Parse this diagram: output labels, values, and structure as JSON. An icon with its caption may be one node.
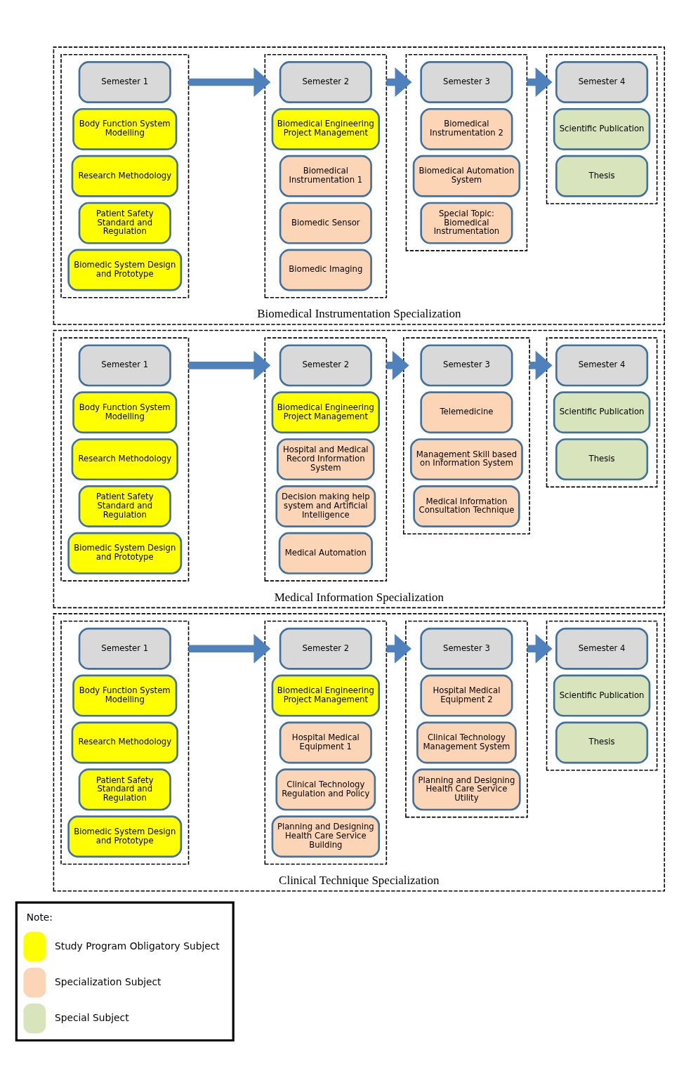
{
  "diagram": {
    "nodes": [
      {
        "text": [
          "Biomedical Instrumentation Specialization"
        ]
      },
      {
        "text": [],
        "shape": "box",
        "in": 0
      },
      {
        "text": [
          "Semester 1"
        ],
        "in": 1
      },
      {
        "text": [
          "Body Function System Modelling"
        ],
        "in": 1
      },
      {
        "text": [
          "Research Methodology"
        ],
        "in": 1
      },
      {
        "text": [
          "Patient Safety Standard and Regulation"
        ],
        "in": 1
      },
      {
        "text": [
          "Biomedic System Design and Prototype"
        ],
        "in": 1
      },
      {
        "text": [],
        "shape": "box",
        "in": 0
      },
      {
        "text": [
          "Semester 2"
        ],
        "in": 7
      },
      {
        "text": [
          "Biomedical Engineering Project Management"
        ],
        "in": 7
      },
      {
        "text": [
          "Biomedical Instrumentation 1"
        ],
        "in": 7
      },
      {
        "text": [
          "Biomedic Sensor"
        ],
        "in": 7
      },
      {
        "text": [
          "Biomedic Imaging"
        ],
        "in": 7
      },
      {
        "text": [],
        "shape": "box",
        "in": 0
      },
      {
        "text": [
          "Semester 3"
        ],
        "in": 13
      },
      {
        "text": [
          "Biomedical Instrumentation 2"
        ],
        "in": 13
      },
      {
        "text": [
          "Biomedical Automation System"
        ],
        "in": 13
      },
      {
        "text": [
          "Special Topic: Biomedical Instrumentation"
        ],
        "in": 13
      },
      {
        "text": [],
        "shape": "box",
        "in": 0
      },
      {
        "text": [
          "Semester 4"
        ],
        "in": 18
      },
      {
        "text": [
          "Scientific Publication"
        ],
        "in": 18
      },
      {
        "text": [
          "Thesis"
        ],
        "in": 18
      },
      {
        "text": [
          "Medical Information Specialization"
        ]
      },
      {
        "text": [],
        "shape": "box",
        "in": 22
      },
      {
        "text": [
          "Semester 1"
        ],
        "in": 23
      },
      {
        "text": [
          "Body Function System Modelling"
        ],
        "in": 23
      },
      {
        "text": [
          "Research Methodology"
        ],
        "in": 23
      },
      {
        "text": [
          "Patient Safety Standard and Regulation"
        ],
        "in": 23
      },
      {
        "text": [
          "Biomedic System Design and Prototype"
        ],
        "in": 23
      },
      {
        "text": [],
        "shape": "box",
        "in": 22
      },
      {
        "text": [
          "Semester 2"
        ],
        "in": 29
      },
      {
        "text": [
          "Biomedical Engineering Project Management"
        ],
        "in": 29
      },
      {
        "text": [
          "Hospital and Medical Record Information System"
        ],
        "in": 29
      },
      {
        "text": [
          "Decision making help system and Artificial Intelligence"
        ],
        "in": 29
      },
      {
        "text": [
          "Medical Automation"
        ],
        "in": 29
      },
      {
        "text": [],
        "shape": "box",
        "in": 22
      },
      {
        "text": [
          "Semester 3"
        ],
        "in": 35
      },
      {
        "text": [
          "Telemedicine"
        ],
        "in": 35
      },
      {
        "text": [
          "Management Skill based on Information System"
        ],
        "in": 35
      },
      {
        "text": [
          "Medical Information Consultation Technique"
        ],
        "in": 35
      },
      {
        "text": [],
        "shape": "box",
        "in": 22
      },
      {
        "text": [
          "Semester 4"
        ],
        "in": 40
      },
      {
        "text": [
          "Scientific Publication"
        ],
        "in": 40
      },
      {
        "text": [
          "Thesis"
        ],
        "in": 40
      },
      {
        "text": [
          "Clinical Technique Specialization"
        ]
      },
      {
        "text": [],
        "shape": "box",
        "in": 44
      },
      {
        "text": [
          "Semester 1"
        ],
        "in": 45
      },
      {
        "text": [
          "Body Function System Modelling"
        ],
        "in": 45
      },
      {
        "text": [
          "Research Methodology"
        ],
        "in": 45
      },
      {
        "text": [
          "Patient Safety Standard and Regulation"
        ],
        "in": 45
      },
      {
        "text": [
          "Biomedic System Design and Prototype"
        ],
        "in": 45
      },
      {
        "text": [],
        "shape": "box",
        "in": 44
      },
      {
        "text": [
          "Semester 2"
        ],
        "in": 51
      },
      {
        "text": [
          "Biomedical Engineering Project Management"
        ],
        "in": 51
      },
      {
        "text": [
          "Hospital Medical Equipment 1"
        ],
        "in": 51
      },
      {
        "text": [
          "Clinical Technology Regulation and Policy"
        ],
        "in": 51
      },
      {
        "text": [
          "Planning and Designing Health Care Service Building"
        ],
        "in": 51
      },
      {
        "text": [],
        "shape": "box",
        "in": 44
      },
      {
        "text": [
          "Semester 3"
        ],
        "in": 57
      },
      {
        "text": [
          "Hospital Medical Equipment 2"
        ],
        "in": 57
      },
      {
        "text": [
          "Clinical Technology Management System"
        ],
        "in": 57
      },
      {
        "text": [
          "Planning and Designing Health Care Service Utility"
        ],
        "in": 57
      },
      {
        "text": [],
        "shape": "box",
        "in": 44
      },
      {
        "text": [
          "Semester 4"
        ],
        "in": 62
      },
      {
        "text": [
          "Scientific Publication"
        ],
        "in": 62
      },
      {
        "text": [
          "Thesis"
        ],
        "in": 62
      }
    ],
    "edges": [
      {
        "from": 1,
        "to": 7,
        "arrow": "to"
      },
      {
        "from": 7,
        "to": 13,
        "arrow": "to"
      },
      {
        "from": 13,
        "to": 18,
        "arrow": "to"
      },
      {
        "from": 23,
        "to": 29,
        "arrow": "to"
      },
      {
        "from": 29,
        "to": 35,
        "arrow": "to"
      },
      {
        "from": 35,
        "to": 40,
        "arrow": "to"
      },
      {
        "from": 45,
        "to": 51,
        "arrow": "to"
      },
      {
        "from": 51,
        "to": 57,
        "arrow": "to"
      },
      {
        "from": 57,
        "to": 62,
        "arrow": "to"
      }
    ],
    "labels": [
      "Note:"
    ],
    "legend": [
      {
        "text": "Study Program Obligatory Subject",
        "color": "#ffff00"
      },
      {
        "text": "Specialization Subject",
        "color": "#fbd5b5"
      },
      {
        "text": "Special Subject",
        "color": "#d7e4bc"
      }
    ]
  }
}
